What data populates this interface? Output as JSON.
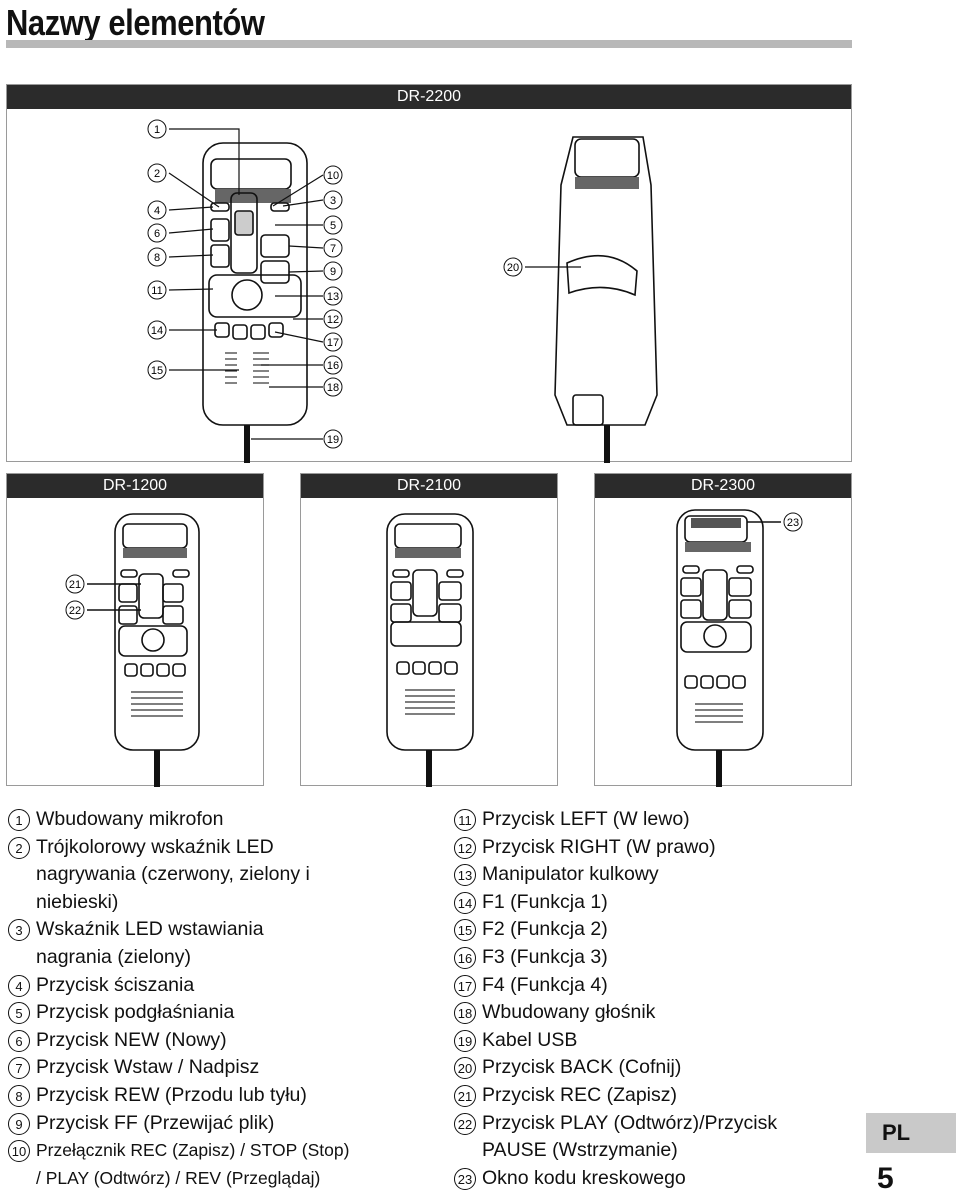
{
  "page": {
    "title": "Nazwy elementów",
    "language_tab": "PL",
    "page_number": "5"
  },
  "panels": {
    "top": "DR-2200",
    "bottom_left": "DR-1200",
    "bottom_middle": "DR-2100",
    "bottom_right": "DR-2300"
  },
  "callouts": {
    "n1": "1",
    "n2": "2",
    "n3": "3",
    "n4": "4",
    "n5": "5",
    "n6": "6",
    "n7": "7",
    "n8": "8",
    "n9": "9",
    "n10": "10",
    "n11": "11",
    "n12": "12",
    "n13": "13",
    "n14": "14",
    "n15": "15",
    "n16": "16",
    "n17": "17",
    "n18": "18",
    "n19": "19",
    "n20": "20",
    "n21": "21",
    "n22": "22",
    "n23": "23"
  },
  "legend_left": [
    {
      "num": "1",
      "text": "Wbudowany mikrofon"
    },
    {
      "num": "2",
      "text": "Trójkolorowy wskaźnik LED\nnagrywania (czerwony, zielony i\nniebieski)"
    },
    {
      "num": "3",
      "text": "Wskaźnik LED wstawiania\nnagrania (zielony)"
    },
    {
      "num": "4",
      "text": "Przycisk ściszania"
    },
    {
      "num": "5",
      "text": "Przycisk podgłaśniania"
    },
    {
      "num": "6",
      "text": "Przycisk NEW (Nowy)"
    },
    {
      "num": "7",
      "text": "Przycisk Wstaw / Nadpisz"
    },
    {
      "num": "8",
      "text": "Przycisk REW (Przodu lub tyłu)"
    },
    {
      "num": "9",
      "text": "Przycisk FF (Przewijać plik)"
    },
    {
      "num": "10",
      "text": "Przełącznik REC (Zapisz) / STOP (Stop)\n/ PLAY (Odtwórz) / REV (Przeglądaj)"
    }
  ],
  "legend_right": [
    {
      "num": "11",
      "text": "Przycisk LEFT (W lewo)"
    },
    {
      "num": "12",
      "text": "Przycisk RIGHT (W prawo)"
    },
    {
      "num": "13",
      "text": "Manipulator kulkowy"
    },
    {
      "num": "14",
      "text": "F1 (Funkcja 1)"
    },
    {
      "num": "15",
      "text": "F2 (Funkcja 2)"
    },
    {
      "num": "16",
      "text": "F3 (Funkcja 3)"
    },
    {
      "num": "17",
      "text": "F4 (Funkcja 4)"
    },
    {
      "num": "18",
      "text": "Wbudowany głośnik"
    },
    {
      "num": "19",
      "text": "Kabel USB"
    },
    {
      "num": "20",
      "text": "Przycisk BACK (Cofnij)"
    },
    {
      "num": "21",
      "text": "Przycisk REC (Zapisz)"
    },
    {
      "num": "22",
      "text": "Przycisk PLAY (Odtwórz)/Przycisk\nPAUSE (Wstrzymanie)"
    },
    {
      "num": "23",
      "text": "Okno kodu kreskowego"
    }
  ]
}
